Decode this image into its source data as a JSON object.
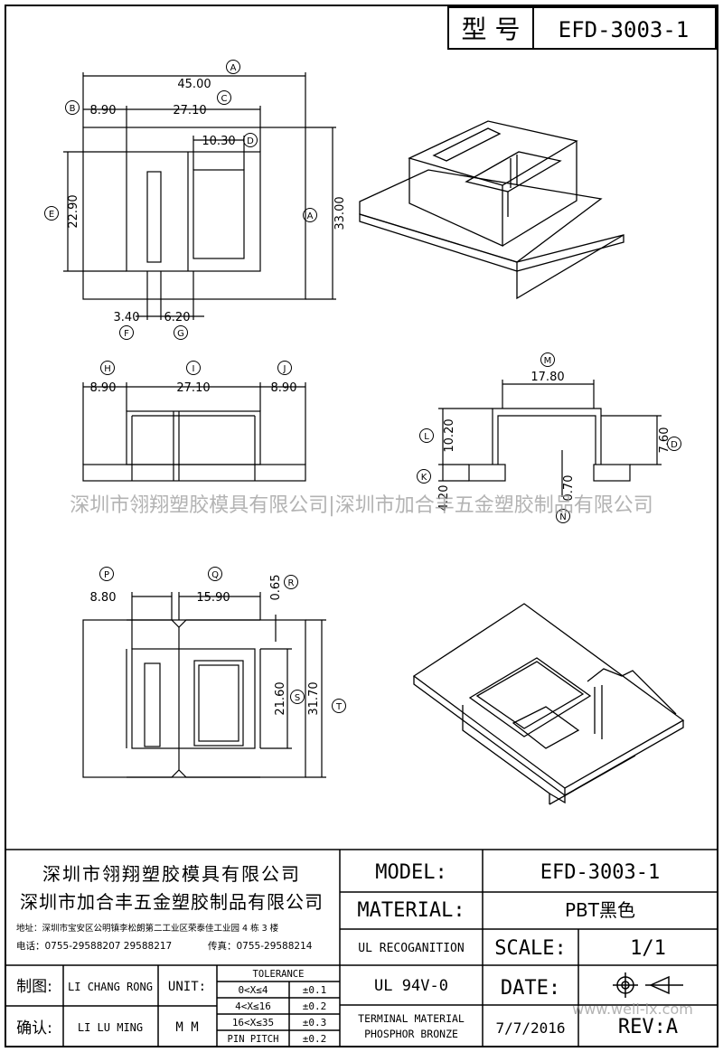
{
  "header": {
    "model_cn": "型 号",
    "model": "EFD-3003-1"
  },
  "top_view": {
    "d_A": "45.00",
    "d_B": "8.90",
    "d_C": "27.10",
    "d_D": "10.30",
    "d_E": "22.90",
    "d_A2": "33.00",
    "d_F": "3.40",
    "d_G": "6.20",
    "lbl_A": "A",
    "lbl_B": "B",
    "lbl_C": "C",
    "lbl_D": "D",
    "lbl_E": "E",
    "lbl_A2": "A",
    "lbl_F": "F",
    "lbl_G": "G"
  },
  "front_view": {
    "d_H": "8.90",
    "d_I": "27.10",
    "d_J": "8.90",
    "lbl_H": "H",
    "lbl_I": "I",
    "lbl_J": "J"
  },
  "side_view": {
    "d_M": "17.80",
    "d_L": "10.20",
    "d_D": "7.60",
    "d_K": "4.20",
    "d_N": "0.70",
    "lbl_M": "M",
    "lbl_L": "L",
    "lbl_D": "D",
    "lbl_K": "K",
    "lbl_N": "N"
  },
  "bottom_view": {
    "d_P": "8.80",
    "d_Q": "15.90",
    "d_R": "0.65",
    "d_S": "21.60",
    "d_T": "31.70",
    "lbl_P": "P",
    "lbl_Q": "Q",
    "lbl_R": "R",
    "lbl_S": "S",
    "lbl_T": "T"
  },
  "watermark": "深圳市翎翔塑胶模具有限公司|深圳市加合丰五金塑胶制品有限公司",
  "watermark2": "www.well-lx.com",
  "title_block": {
    "company1": "深圳市翎翔塑胶模具有限公司",
    "company2": "深圳市加合丰五金塑胶制品有限公司",
    "address": "地址：深圳市宝安区公明镇李松朗第二工业区荣泰佳工业园 4 栋 3 楼",
    "phone": "电话：0755-29588207  29588217",
    "fax": "传真：0755-29588214",
    "model_label": "MODEL:",
    "model_value": "EFD-3003-1",
    "material_label": "MATERIAL:",
    "material_value": "PBT黑色",
    "ul_label": "UL RECOGANITION",
    "ul_value": "UL 94V-0",
    "scale_label": "SCALE:",
    "scale_value": "1/1",
    "date_label": "DATE:",
    "date_value": "7/7/2016",
    "rev_label": "REV:A",
    "drawn_label": "制图:",
    "drawn_by": "LI CHANG RONG",
    "check_label": "确认:",
    "checked_by": "LI LU MING",
    "unit_label": "UNIT:",
    "unit_value": "M M",
    "tol_label": "TOLERANCE",
    "tol_rows": [
      {
        "range": "0<X≤4",
        "value": "±0.1"
      },
      {
        "range": "4<X≤16",
        "value": "±0.2"
      },
      {
        "range": "16<X≤35",
        "value": "±0.3"
      },
      {
        "range": "PIN PITCH",
        "value": "±0.2"
      }
    ],
    "terminal1": "TERMINAL MATERIAL",
    "terminal2": "PHOSPHOR  BRONZE"
  }
}
